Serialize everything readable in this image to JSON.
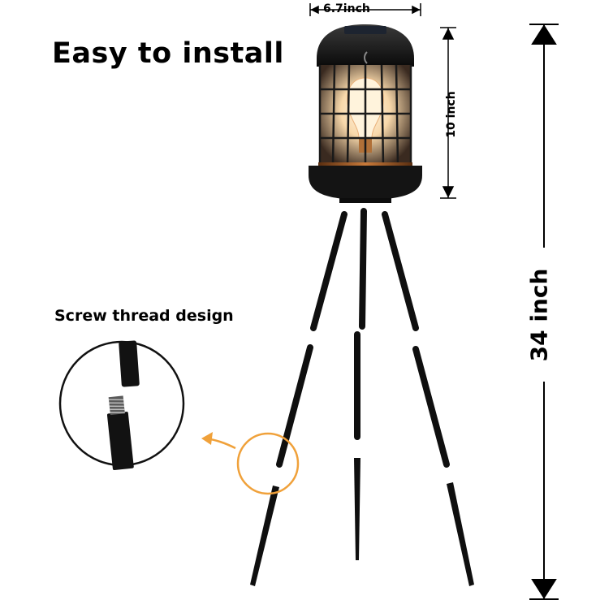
{
  "heading": "Easy to install",
  "subheading": "Screw thread design",
  "dimensions": {
    "width_label": "6.7inch",
    "lamp_height_label": "10 inch",
    "total_height_label": "34 inch"
  },
  "colors": {
    "frame": "#111111",
    "accent_circle": "#f0a13a",
    "glow": "#f6c58a",
    "copper": "#b8692e"
  },
  "icons": {
    "product": "tripod-solar-lantern",
    "pointer": "curved-arrow-left"
  }
}
